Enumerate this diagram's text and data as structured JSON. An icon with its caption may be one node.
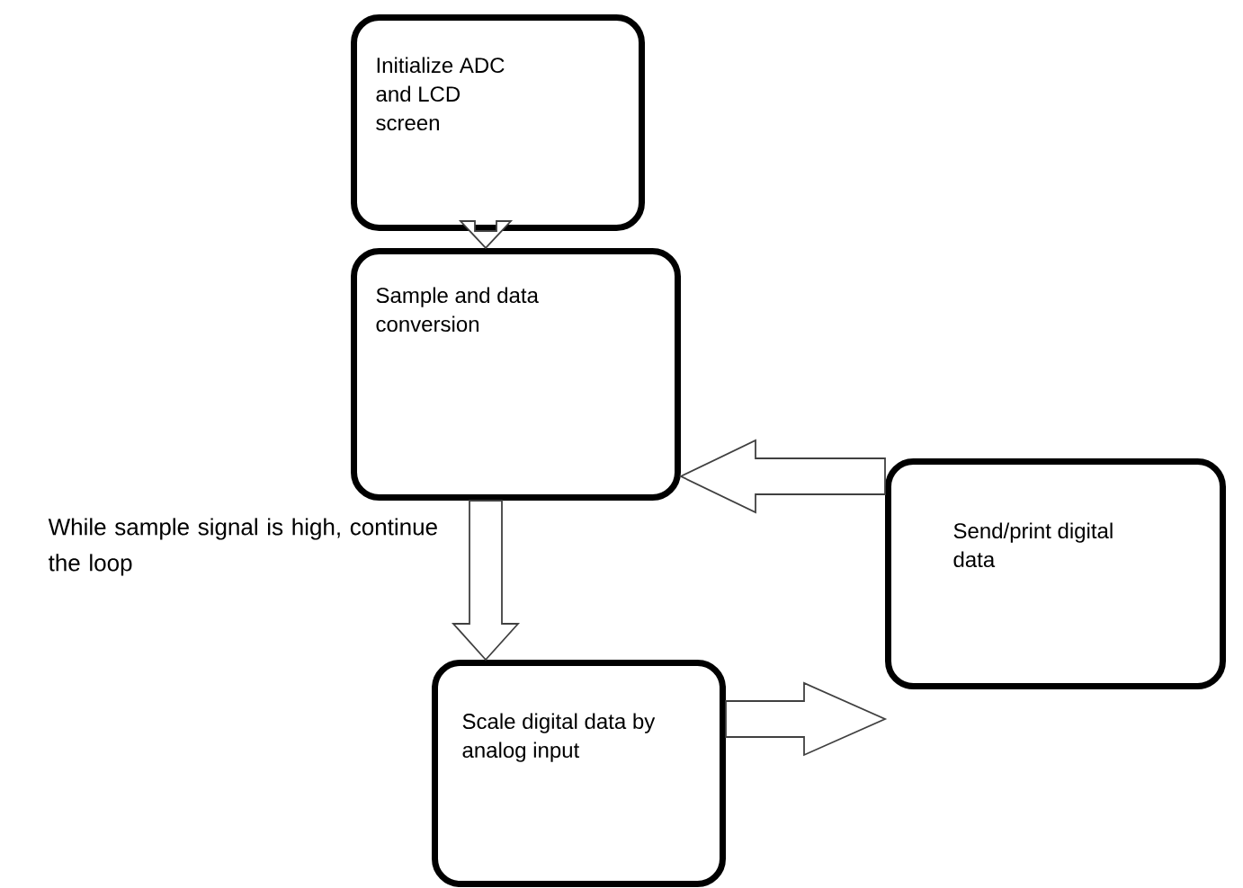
{
  "diagram": {
    "nodes": [
      {
        "text": [
          "Initialize ADC and LCD screen"
        ]
      },
      {
        "text": [
          "Sample and data conversion"
        ]
      },
      {
        "text": [
          "Send/print digital data"
        ]
      },
      {
        "text": [
          "Scale digital data by analog input"
        ]
      }
    ],
    "edges": [
      {
        "from": 0,
        "to": 1,
        "arrow": "to"
      },
      {
        "from": 1,
        "to": 3,
        "arrow": "to",
        "label": "While sample signal is high, continue the loop"
      },
      {
        "from": 3,
        "to": 2,
        "arrow": "to"
      },
      {
        "from": 2,
        "to": 1,
        "arrow": "to"
      }
    ]
  }
}
